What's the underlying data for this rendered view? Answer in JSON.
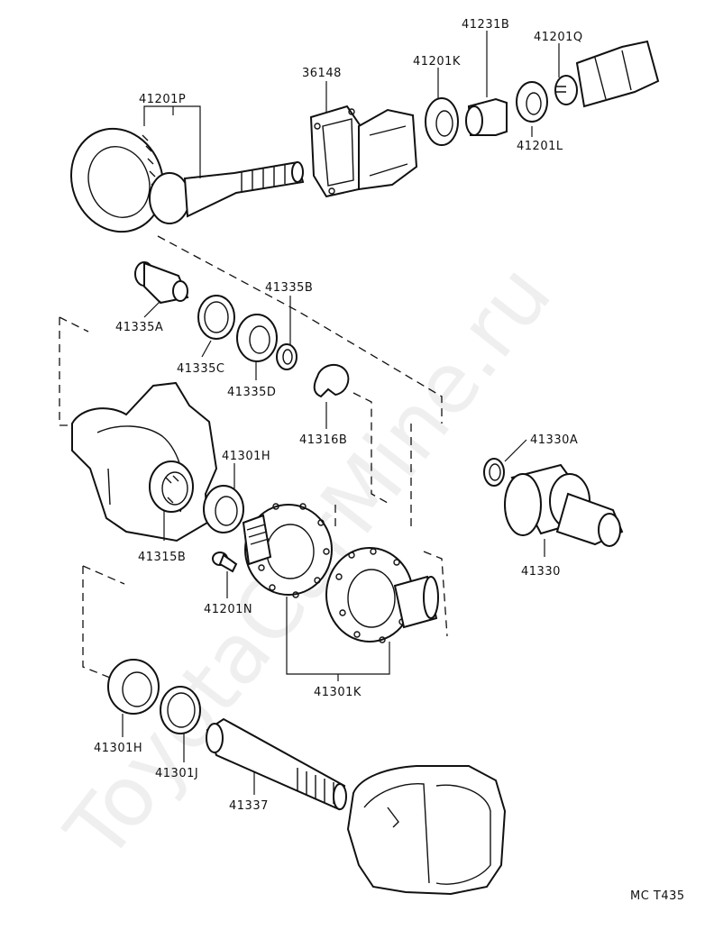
{
  "watermark": "ToyotaCarMine.ru",
  "diagram_code": "MC  T435",
  "labels": {
    "p41201P": "41201P",
    "p36148": "36148",
    "p41201K": "41201K",
    "p41231B": "41231B",
    "p41201Q": "41201Q",
    "p41201L": "41201L",
    "p41335A": "41335A",
    "p41335B": "41335B",
    "p41335C": "41335C",
    "p41335D": "41335D",
    "p41316B": "41316B",
    "p41301H_top": "41301H",
    "p41315B": "41315B",
    "p41201N": "41201N",
    "p41330A": "41330A",
    "p41330": "41330",
    "p41301K": "41301K",
    "p41301H_bot": "41301H",
    "p41301J": "41301J",
    "p41337": "41337"
  }
}
